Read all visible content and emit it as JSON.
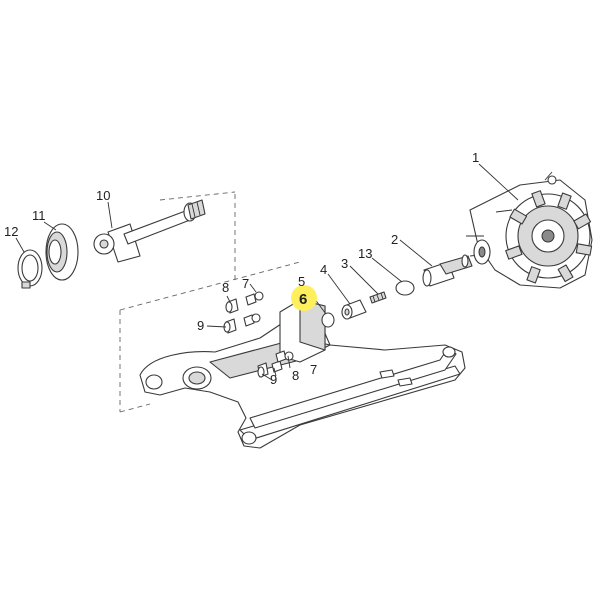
{
  "callouts": {
    "c1": "1",
    "c2": "2",
    "c3": "3",
    "c4": "4",
    "c5": "5",
    "c6": "6",
    "c7a": "7",
    "c7b": "7",
    "c8a": "8",
    "c8b": "8",
    "c9a": "9",
    "c9b": "9",
    "c10": "10",
    "c11": "11",
    "c12": "12",
    "c13": "13"
  },
  "colors": {
    "highlight": "#ffef5c",
    "line": "#3a3a3a"
  },
  "highlighted_part": "6"
}
